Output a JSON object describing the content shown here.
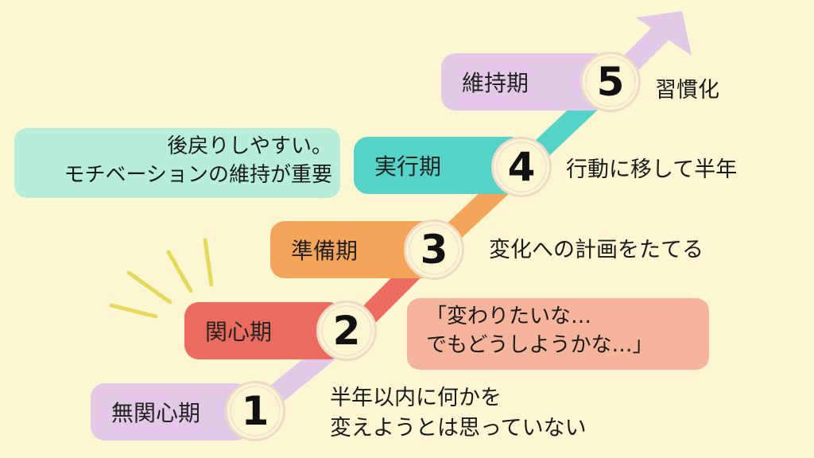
{
  "colors": {
    "background": "#fdf6d3",
    "stage1": "#e4c8e8",
    "stage2": "#ec6b5f",
    "stage3": "#f4a55a",
    "stage4": "#55d3c6",
    "stage5": "#e4c8e8",
    "speech_bubble": "#f6b49c",
    "note_bubble": "#b7eed9",
    "emphasis_rays": "#e8d85a"
  },
  "stages": [
    {
      "number": "1",
      "label": "無関心期",
      "description_lines": [
        "半年以内に何かを",
        "変えようとは思っていない"
      ]
    },
    {
      "number": "2",
      "label": "関心期",
      "description_lines": []
    },
    {
      "number": "3",
      "label": "準備期",
      "description_lines": [
        "変化への計画をたてる"
      ]
    },
    {
      "number": "4",
      "label": "実行期",
      "description_lines": [
        "行動に移して半年"
      ]
    },
    {
      "number": "5",
      "label": "維持期",
      "description_lines": [
        "習慣化"
      ]
    }
  ],
  "speech_bubble": {
    "lines": [
      "「変わりたいな…",
      "でもどうしようかな…」"
    ]
  },
  "note_bubble": {
    "lines": [
      "後戻りしやすい。",
      "モチベーションの維持が重要"
    ]
  }
}
